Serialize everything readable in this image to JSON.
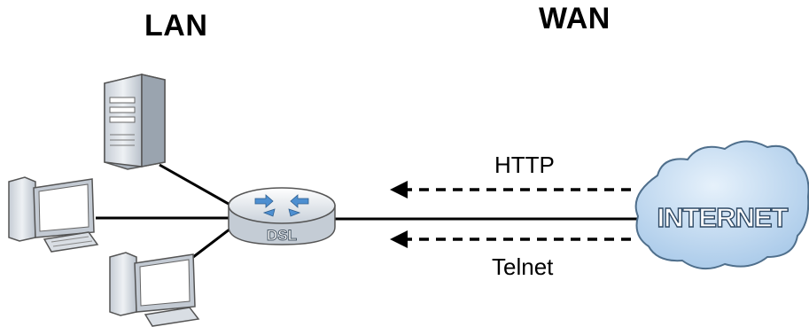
{
  "zones": {
    "lan": "LAN",
    "wan": "WAN"
  },
  "router": {
    "label": "DSL"
  },
  "cloud": {
    "label": "INTERNET"
  },
  "flows": [
    {
      "label": "HTTP"
    },
    {
      "label": "Telnet"
    }
  ],
  "colors": {
    "cloud_fill": "#bcd7f0",
    "cloud_stroke": "#4f6f8c",
    "router_fill": "#e9edf2",
    "router_arrow": "#4d8fd1",
    "device_fill": "#d7dde4",
    "screen_fill": "#ffffff"
  }
}
